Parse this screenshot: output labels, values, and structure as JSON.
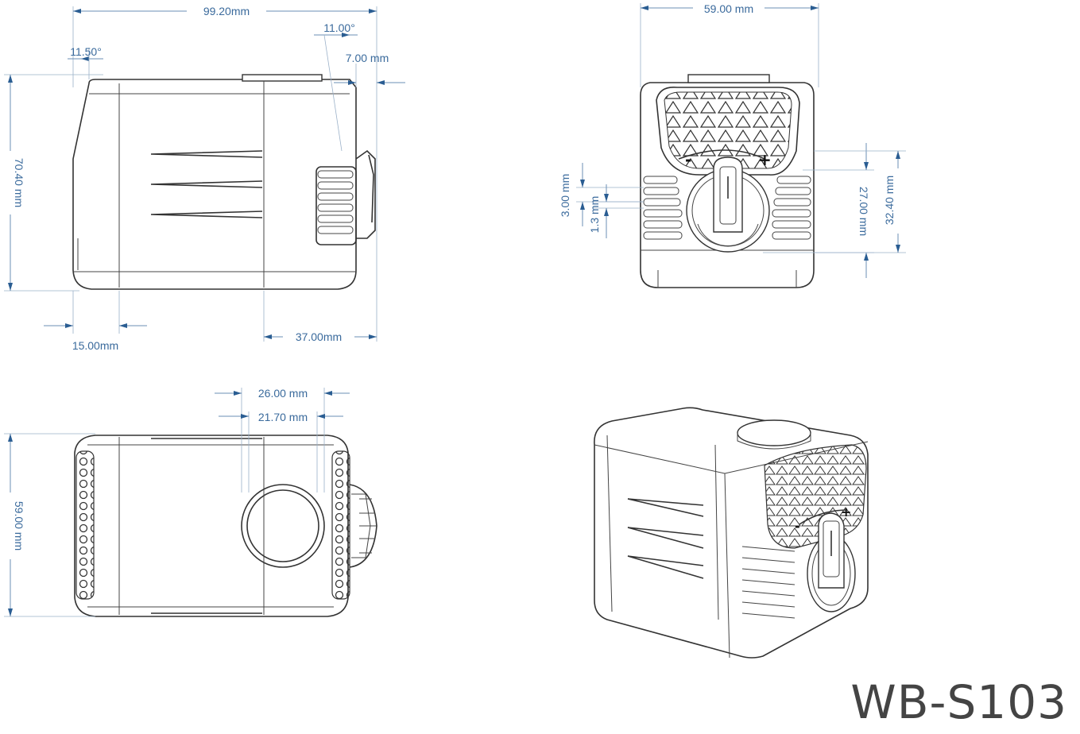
{
  "model": "WB-S103",
  "dimensions": {
    "side_length": "99.20mm",
    "inlet_angle": "11.50°",
    "outlet_angle": "11.00°",
    "knob_depth": "7.00 mm",
    "side_height": "70.40 mm",
    "left_offset": "15.00mm",
    "rear_length": "37.00mm",
    "front_width": "59.00 mm",
    "slot_height": "3.00 mm",
    "slot_gap": "1.3 mm",
    "knob_center": "27.00 mm",
    "knob_top": "32.40 mm",
    "outlet_outer": "26.00 mm",
    "outlet_inner": "21.70 mm",
    "top_width": "59.00 mm"
  },
  "knob_labels": {
    "minus": "-",
    "plus": "+"
  }
}
